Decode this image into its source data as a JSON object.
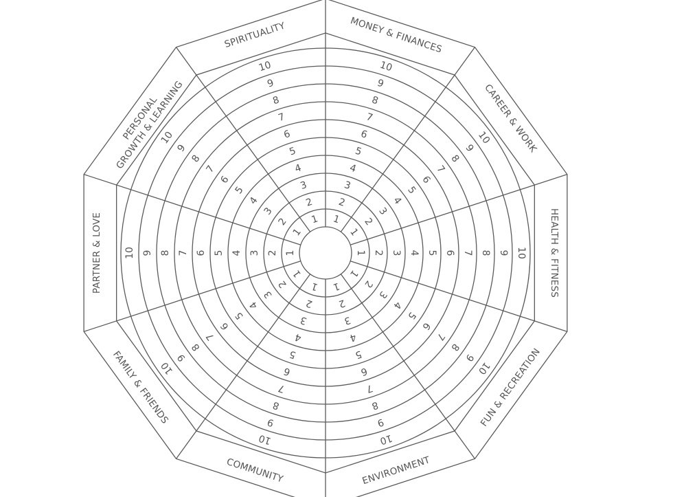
{
  "wheel": {
    "categories": [
      {
        "label_lines": [
          "MONEY & FINANCES"
        ]
      },
      {
        "label_lines": [
          "CAREER & WORK"
        ]
      },
      {
        "label_lines": [
          "HEALTH & FITNESS"
        ]
      },
      {
        "label_lines": [
          "FUN & RECREATION"
        ]
      },
      {
        "label_lines": [
          "ENVIRONMENT"
        ]
      },
      {
        "label_lines": [
          "COMMUNITY"
        ]
      },
      {
        "label_lines": [
          "FAMILY & FRIENDS"
        ]
      },
      {
        "label_lines": [
          "PARTNER & LOVE"
        ]
      },
      {
        "label_lines": [
          "PERSONAL",
          "GROWTH & LEARNING"
        ]
      },
      {
        "label_lines": [
          "SPIRITUALITY"
        ]
      }
    ],
    "scale": [
      "1",
      "2",
      "3",
      "4",
      "5",
      "6",
      "7",
      "8",
      "9",
      "10"
    ],
    "line_color": "#5a5a5a",
    "text_color": "#555555"
  }
}
